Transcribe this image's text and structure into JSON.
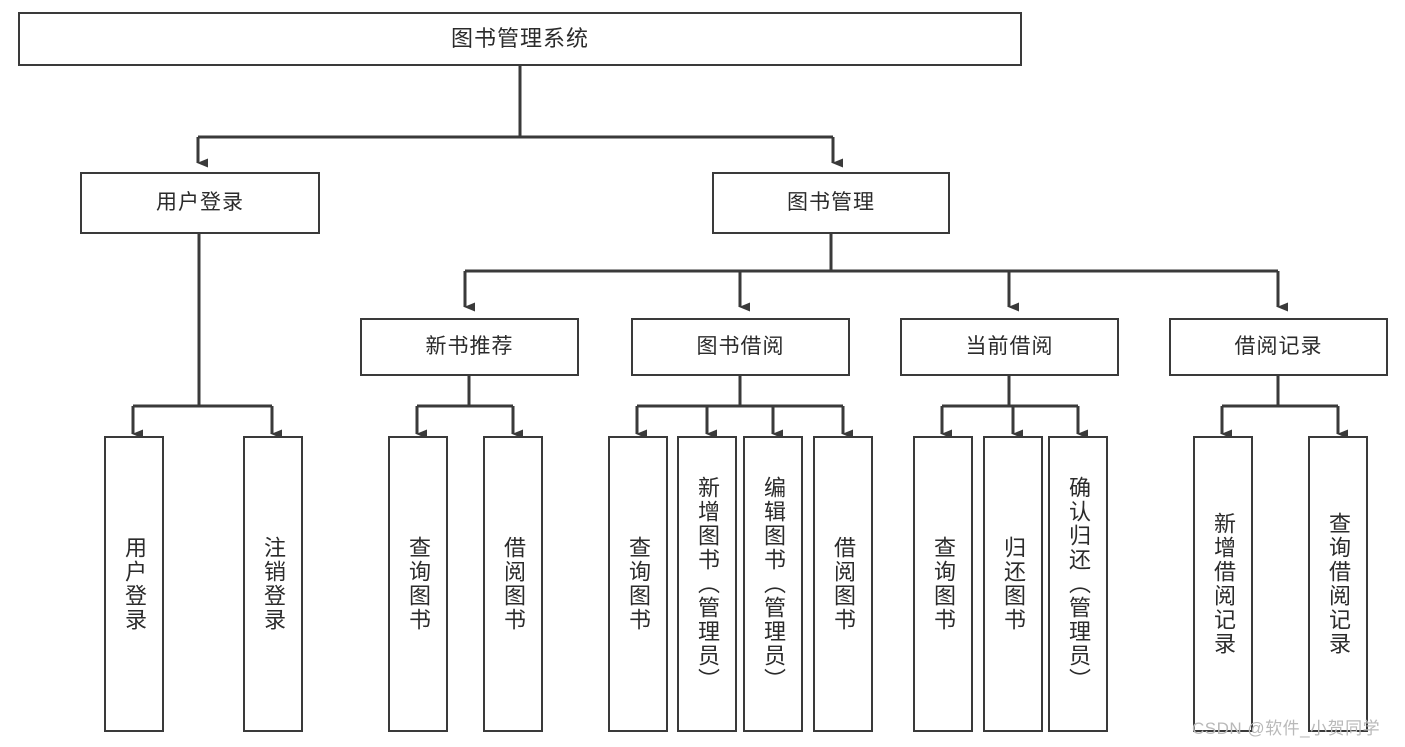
{
  "diagram": {
    "title": "图书管理系统",
    "type": "tree-hierarchy-chart",
    "stroke_color": "#3a3a3a",
    "text_color": "#2b2b2b",
    "background_color": "#ffffff"
  },
  "nodes": {
    "root": {
      "label": "图书管理系统"
    },
    "level2": [
      {
        "id": "user-login",
        "label": "用户登录"
      },
      {
        "id": "book-manage",
        "label": "图书管理"
      }
    ],
    "level3": [
      {
        "id": "new-book-rec",
        "label": "新书推荐"
      },
      {
        "id": "book-borrow",
        "label": "图书借阅"
      },
      {
        "id": "current-borrow",
        "label": "当前借阅"
      },
      {
        "id": "borrow-record",
        "label": "借阅记录"
      }
    ],
    "leaves": {
      "user_login": [
        {
          "id": "leaf-user-login",
          "label": "用户登录"
        },
        {
          "id": "leaf-logout-login",
          "label": "注销登录"
        }
      ],
      "new_book_rec": [
        {
          "id": "leaf-query-book-1",
          "label": "查询图书"
        },
        {
          "id": "leaf-borrow-book-1",
          "label": "借阅图书"
        }
      ],
      "book_borrow": [
        {
          "id": "leaf-query-book-2",
          "label": "查询图书"
        },
        {
          "id": "leaf-add-book",
          "label": "新增图书（管理员）"
        },
        {
          "id": "leaf-edit-book",
          "label": "编辑图书（管理员）"
        },
        {
          "id": "leaf-borrow-book-2",
          "label": "借阅图书"
        }
      ],
      "current_borrow": [
        {
          "id": "leaf-query-book-3",
          "label": "查询图书"
        },
        {
          "id": "leaf-return-book",
          "label": "归还图书"
        },
        {
          "id": "leaf-confirm-return",
          "label": "确认归还（管理员）"
        }
      ],
      "borrow_record": [
        {
          "id": "leaf-add-record",
          "label": "新增借阅记录"
        },
        {
          "id": "leaf-query-record",
          "label": "查询借阅记录"
        }
      ]
    }
  },
  "watermark": {
    "text": "CSDN @软件_小贺同学"
  }
}
